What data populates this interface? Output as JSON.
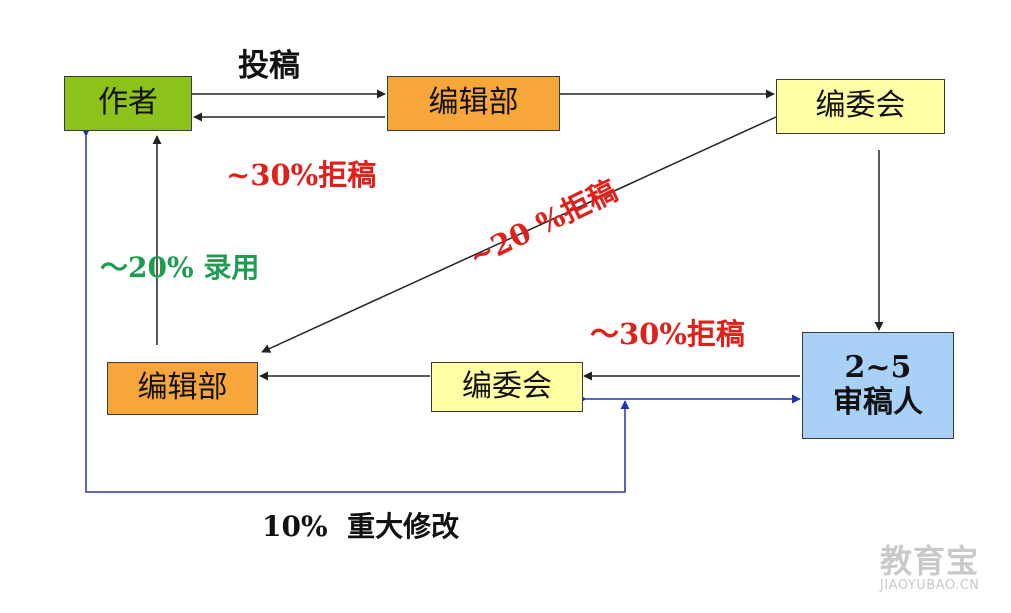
{
  "nodes": {
    "author": "作者",
    "editorial_top": "编辑部",
    "committee_top": "编委会",
    "reviewers_count": "2~5",
    "reviewers_label": "审稿人",
    "committee_bottom": "编委会",
    "editorial_bottom": "编辑部"
  },
  "labels": {
    "submit": "投稿",
    "reject_30_top": "~30%拒稿",
    "reject_20": "~20 %拒稿",
    "accept_20": "～20% 录用",
    "reject_30_bottom": "～30%拒稿",
    "major_revision": "10%  重大修改"
  },
  "watermark": {
    "brand": "教育宝",
    "url": "JIAOYUBAO.CN"
  },
  "colors": {
    "author_box": "#8bc31b",
    "editorial_box": "#f7a73a",
    "committee_box": "#ffffa4",
    "reviewer_box": "#a9d0f7",
    "reject_red": "#e0201a",
    "accept_green": "#1e9c50",
    "arrow_black": "#222222",
    "arrow_blue": "#2233b5"
  }
}
